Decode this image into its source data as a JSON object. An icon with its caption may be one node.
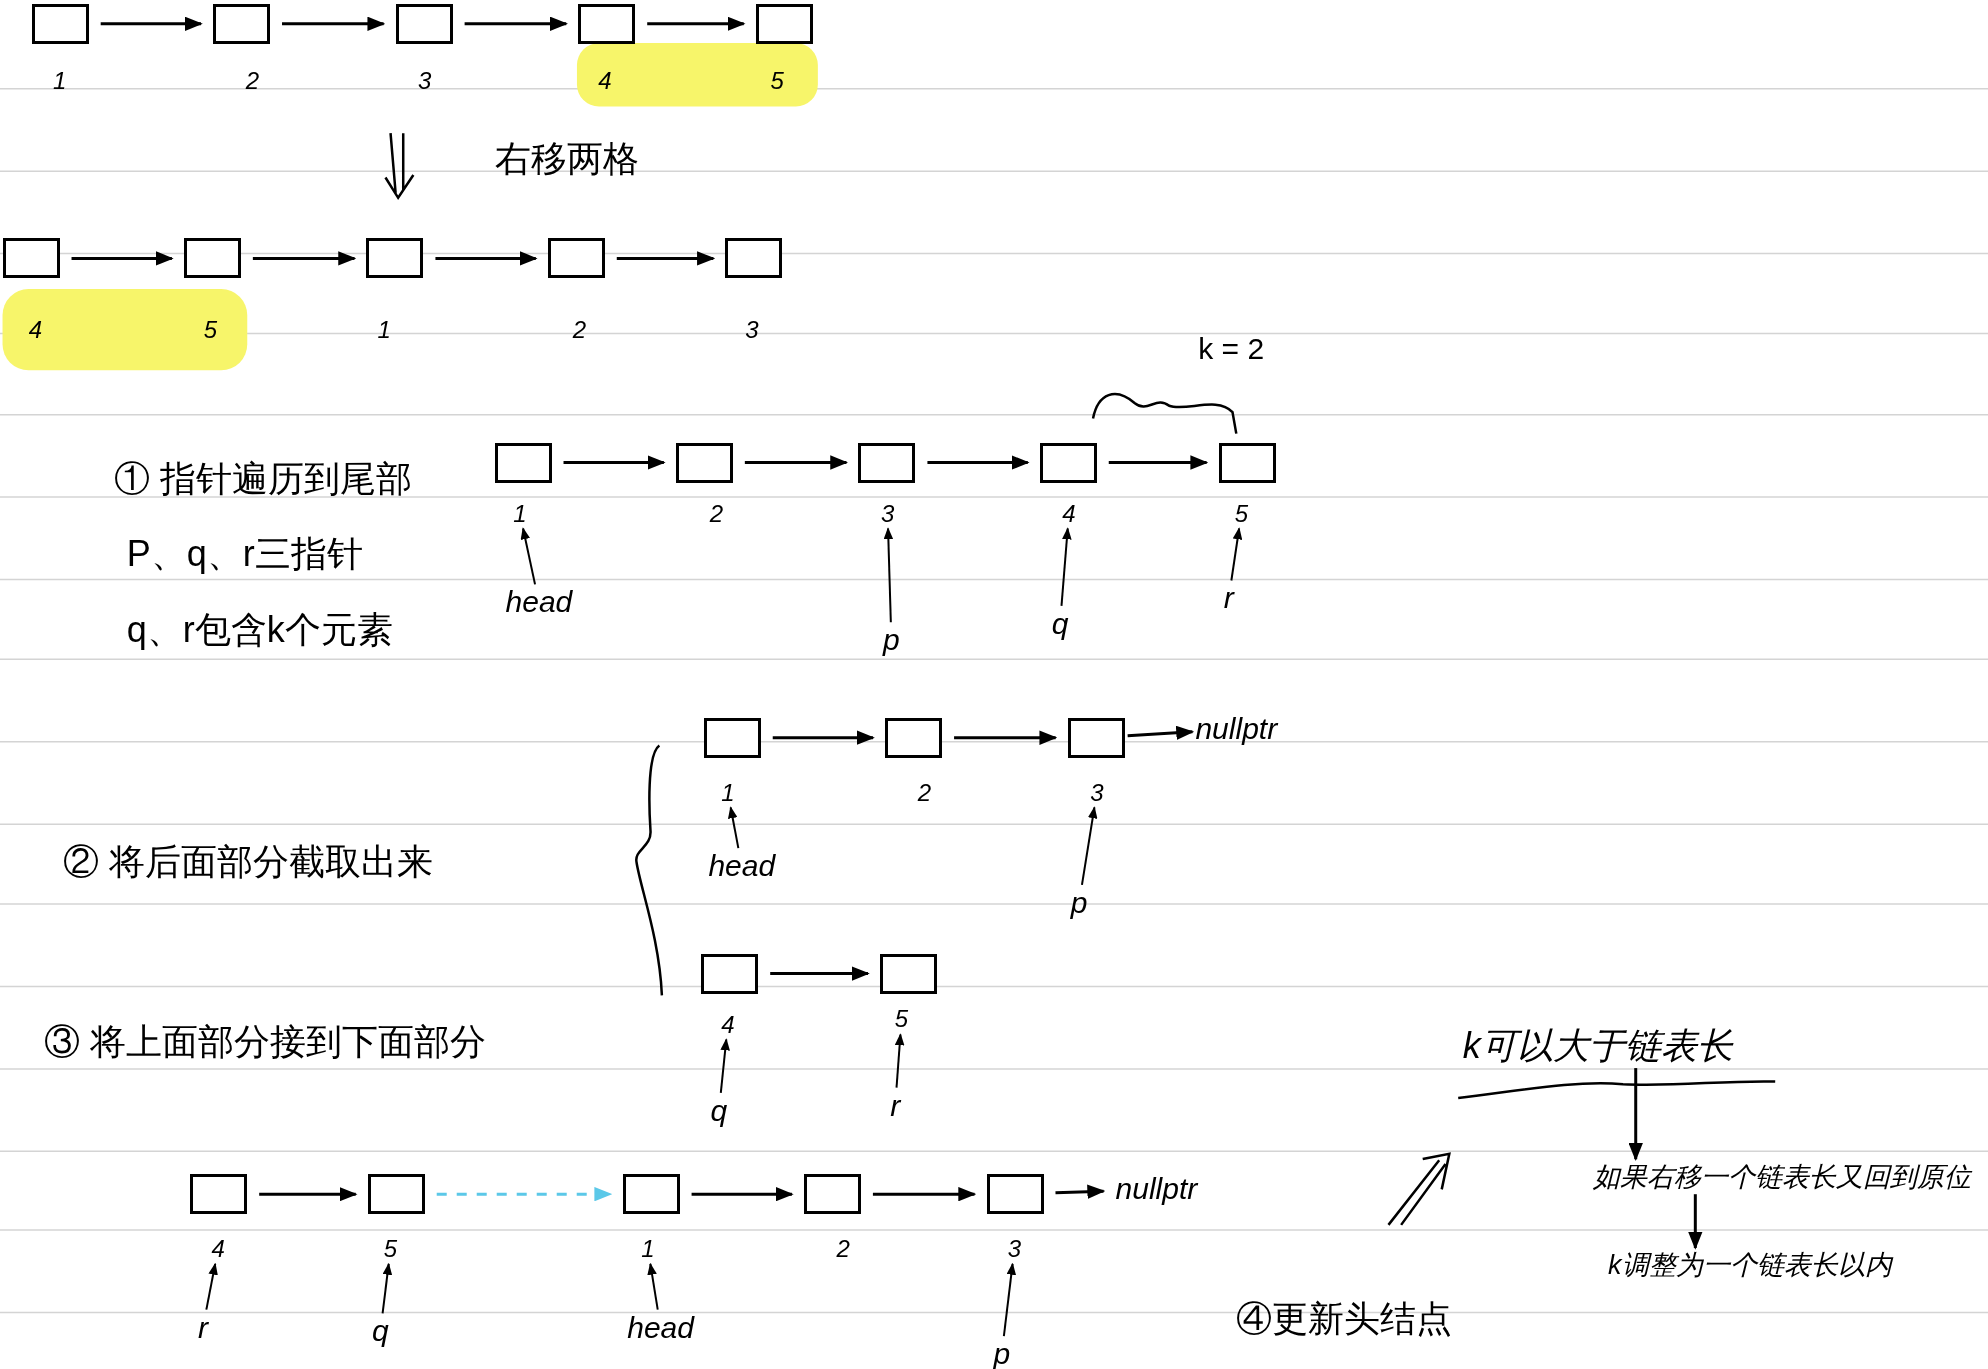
{
  "diagram": {
    "nodes": [
      {
        "text": [],
        "shape": "box"
      },
      {
        "text": [],
        "shape": "box"
      },
      {
        "text": [],
        "shape": "box"
      },
      {
        "text": [],
        "shape": "box"
      },
      {
        "text": [],
        "shape": "box"
      },
      {
        "text": [
          "1"
        ]
      },
      {
        "text": [
          "2"
        ]
      },
      {
        "text": [
          "3"
        ]
      },
      {
        "text": [
          "4"
        ]
      },
      {
        "text": [
          "5"
        ]
      },
      {
        "text": [],
        "shape": "box"
      },
      {
        "text": [],
        "shape": "box"
      },
      {
        "text": [],
        "shape": "box"
      },
      {
        "text": [],
        "shape": "box"
      },
      {
        "text": [],
        "shape": "box"
      },
      {
        "text": [
          "4"
        ]
      },
      {
        "text": [
          "5"
        ]
      },
      {
        "text": [
          "1"
        ]
      },
      {
        "text": [
          "2"
        ]
      },
      {
        "text": [
          "3"
        ]
      },
      {
        "text": [],
        "shape": "box"
      },
      {
        "text": [],
        "shape": "box"
      },
      {
        "text": [],
        "shape": "box"
      },
      {
        "text": [],
        "shape": "box"
      },
      {
        "text": [],
        "shape": "box"
      },
      {
        "text": [
          "1"
        ]
      },
      {
        "text": [
          "2"
        ]
      },
      {
        "text": [
          "3"
        ]
      },
      {
        "text": [
          "4"
        ]
      },
      {
        "text": [
          "5"
        ]
      },
      {
        "text": [
          "head"
        ]
      },
      {
        "text": [
          "p"
        ]
      },
      {
        "text": [
          "q"
        ]
      },
      {
        "text": [
          "r"
        ]
      },
      {
        "text": [],
        "shape": "box"
      },
      {
        "text": [],
        "shape": "box"
      },
      {
        "text": [],
        "shape": "box"
      },
      {
        "text": [
          "nullptr"
        ]
      },
      {
        "text": [
          "1"
        ]
      },
      {
        "text": [
          "2"
        ]
      },
      {
        "text": [
          "3"
        ]
      },
      {
        "text": [
          "head"
        ]
      },
      {
        "text": [
          "p"
        ]
      },
      {
        "text": [],
        "shape": "box"
      },
      {
        "text": [],
        "shape": "box"
      },
      {
        "text": [
          "4"
        ]
      },
      {
        "text": [
          "5"
        ]
      },
      {
        "text": [
          "q"
        ]
      },
      {
        "text": [
          "r"
        ]
      },
      {
        "text": [],
        "shape": "box"
      },
      {
        "text": [],
        "shape": "box"
      },
      {
        "text": [],
        "shape": "box"
      },
      {
        "text": [],
        "shape": "box"
      },
      {
        "text": [],
        "shape": "box"
      },
      {
        "text": [
          "nullptr"
        ]
      },
      {
        "text": [
          "4"
        ]
      },
      {
        "text": [
          "5"
        ]
      },
      {
        "text": [
          "1"
        ]
      },
      {
        "text": [
          "2"
        ]
      },
      {
        "text": [
          "3"
        ]
      },
      {
        "text": [
          "r"
        ]
      },
      {
        "text": [
          "q"
        ]
      },
      {
        "text": [
          "head"
        ]
      },
      {
        "text": [
          "p"
        ]
      },
      {
        "text": [
          "k可以大于链表长"
        ]
      },
      {
        "text": [
          "如果右移一个链表长又回到原位"
        ]
      },
      {
        "text": [
          "k调整为一个链表长以内"
        ]
      }
    ],
    "edges": [
      {
        "from": 0,
        "to": 1,
        "arrow": "to"
      },
      {
        "from": 1,
        "to": 2,
        "arrow": "to"
      },
      {
        "from": 2,
        "to": 3,
        "arrow": "to"
      },
      {
        "from": 3,
        "to": 4,
        "arrow": "to"
      },
      {
        "from": 10,
        "to": 11,
        "arrow": "to"
      },
      {
        "from": 11,
        "to": 12,
        "arrow": "to"
      },
      {
        "from": 12,
        "to": 13,
        "arrow": "to"
      },
      {
        "from": 13,
        "to": 14,
        "arrow": "to"
      },
      {
        "from": 20,
        "to": 21,
        "arrow": "to"
      },
      {
        "from": 21,
        "to": 22,
        "arrow": "to"
      },
      {
        "from": 22,
        "to": 23,
        "arrow": "to"
      },
      {
        "from": 23,
        "to": 24,
        "arrow": "to"
      },
      {
        "from": 30,
        "to": 25,
        "arrow": "to"
      },
      {
        "from": 31,
        "to": 27,
        "arrow": "to"
      },
      {
        "from": 32,
        "to": 28,
        "arrow": "to"
      },
      {
        "from": 33,
        "to": 29,
        "arrow": "to"
      },
      {
        "from": 34,
        "to": 35,
        "arrow": "to"
      },
      {
        "from": 35,
        "to": 36,
        "arrow": "to"
      },
      {
        "from": 36,
        "to": 37,
        "arrow": "to"
      },
      {
        "from": 41,
        "to": 38,
        "arrow": "to"
      },
      {
        "from": 42,
        "to": 40,
        "arrow": "to"
      },
      {
        "from": 43,
        "to": 44,
        "arrow": "to"
      },
      {
        "from": 47,
        "to": 45,
        "arrow": "to"
      },
      {
        "from": 48,
        "to": 46,
        "arrow": "to"
      },
      {
        "from": 49,
        "to": 50,
        "arrow": "to"
      },
      {
        "from": 50,
        "to": 51,
        "arrow": "to",
        "style": "dashed",
        "color": "#5bc8e8"
      },
      {
        "from": 51,
        "to": 52,
        "arrow": "to"
      },
      {
        "from": 52,
        "to": 53,
        "arrow": "to"
      },
      {
        "from": 53,
        "to": 54,
        "arrow": "to"
      },
      {
        "from": 60,
        "to": 55,
        "arrow": "to"
      },
      {
        "from": 61,
        "to": 56,
        "arrow": "to"
      },
      {
        "from": 62,
        "to": 57,
        "arrow": "to"
      },
      {
        "from": 63,
        "to": 59,
        "arrow": "to"
      },
      {
        "from": 64,
        "to": 65,
        "arrow": "to"
      },
      {
        "from": 65,
        "to": 66,
        "arrow": "to"
      }
    ],
    "labels": [
      "右移两格",
      "k = 2",
      "① 指针遍历到尾部",
      "P、q、r三指针",
      "q、r包含k个元素",
      "② 将后面部分截取出来",
      "③ 将上面部分接到下面部分",
      "④更新头结点"
    ]
  }
}
